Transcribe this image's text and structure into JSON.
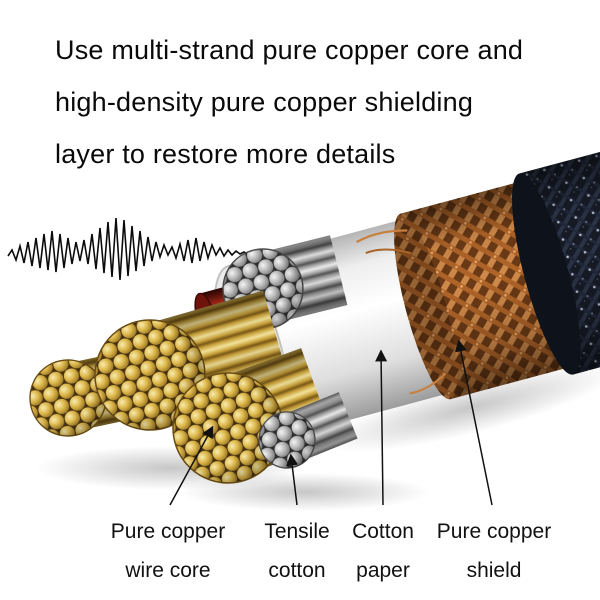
{
  "title": {
    "lines": [
      "Use multi-strand pure copper core and",
      "high-density pure copper shielding",
      "layer to restore more details"
    ]
  },
  "callouts": [
    {
      "id": "pure-copper-wire-core",
      "lines": [
        "Pure copper",
        "wire core"
      ]
    },
    {
      "id": "tensile-cotton",
      "lines": [
        "Tensile",
        "cotton"
      ]
    },
    {
      "id": "cotton-paper",
      "lines": [
        "Cotton",
        "paper"
      ]
    },
    {
      "id": "pure-copper-shield",
      "lines": [
        "Pure copper",
        "shield"
      ]
    }
  ],
  "colors": {
    "text": "#0a0a0a",
    "background": "#ffffff",
    "copper_strand": "#d9b245",
    "silver_strand": "#c0c0c0",
    "copper_shield": "#b06428",
    "outer_jacket": "#161b26",
    "insulation": "#f2f2f2",
    "inner_red": "#a82818"
  }
}
